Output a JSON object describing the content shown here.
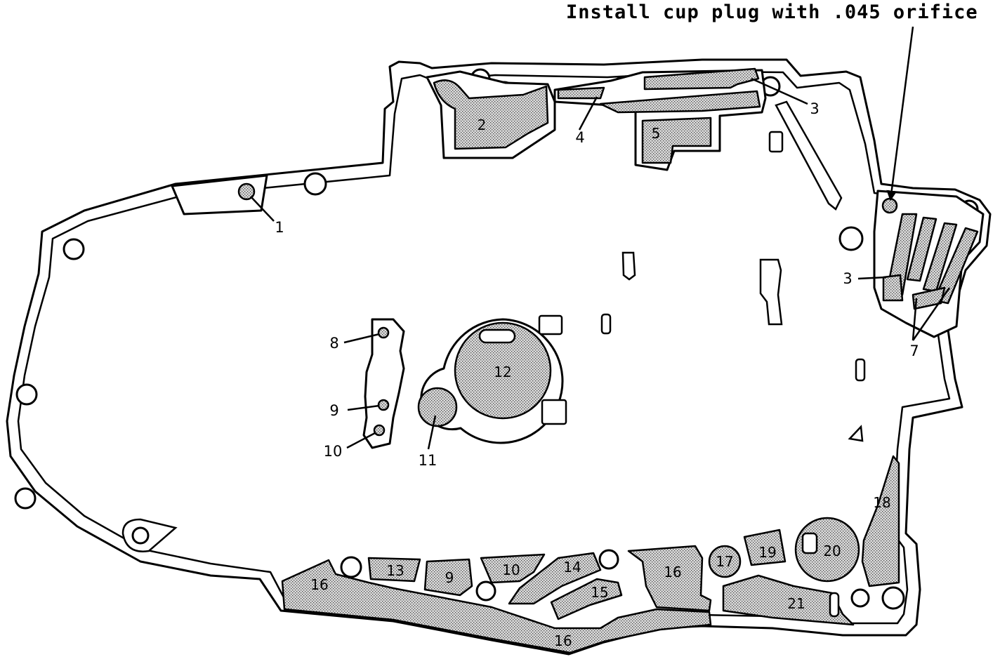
{
  "note": "Install cup plug with .045 orifice",
  "callouts": {
    "c1": "1",
    "c2": "2",
    "c3a": "3",
    "c3b": "3",
    "c4": "4",
    "c5": "5",
    "c7": "7",
    "c8": "8",
    "c9": "9",
    "c10": "10",
    "c11": "11",
    "c12": "12"
  },
  "passages": {
    "p13": "13",
    "p9": "9",
    "p10": "10",
    "p14": "14",
    "p15": "15",
    "p16a": "16",
    "p16b": "16",
    "p16c": "16",
    "p17": "17",
    "p18": "18",
    "p19": "19",
    "p20": "20",
    "p21": "21"
  },
  "colors": {
    "ink": "#000000",
    "paper": "#ffffff",
    "stipple": "#9a9a9a"
  }
}
